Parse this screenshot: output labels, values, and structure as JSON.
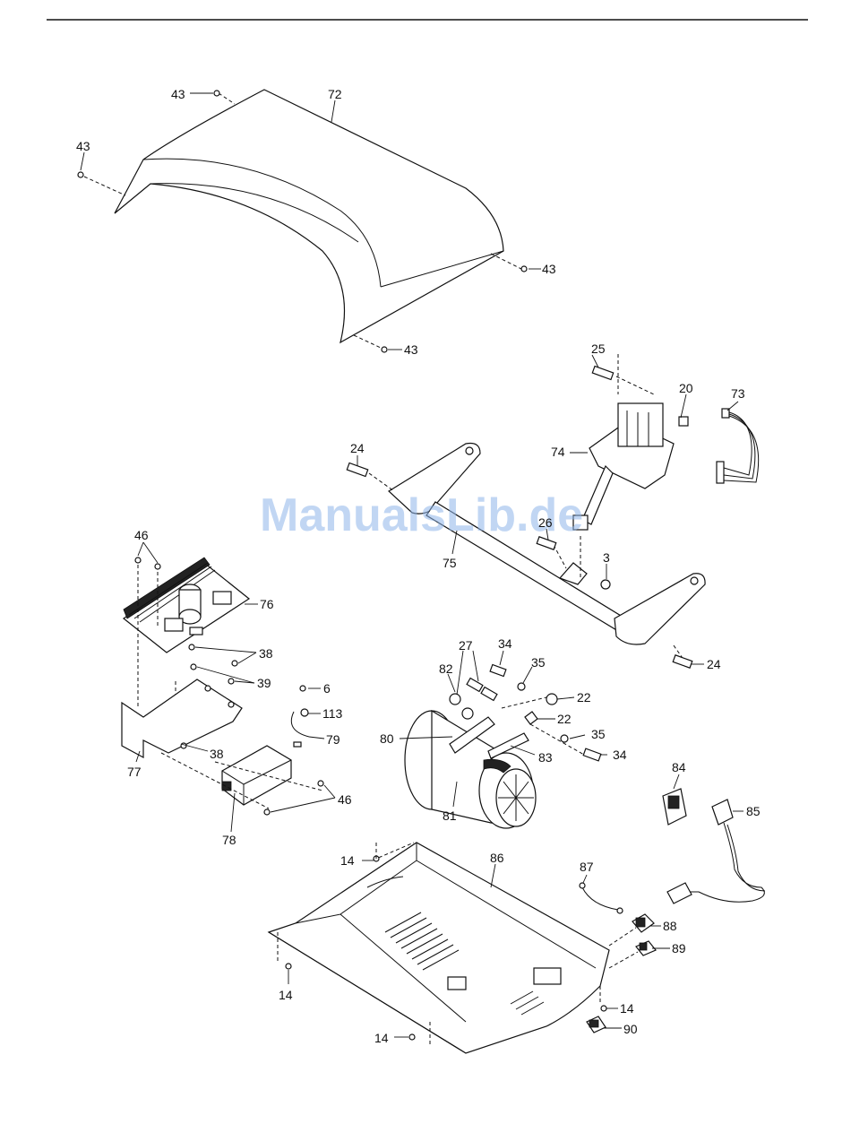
{
  "watermark": "ManualsLib.de",
  "callouts": [
    {
      "id": "c43a",
      "text": "43"
    },
    {
      "id": "c72",
      "text": "72"
    },
    {
      "id": "c43b",
      "text": "43"
    },
    {
      "id": "c43c",
      "text": "43"
    },
    {
      "id": "c43d",
      "text": "43"
    },
    {
      "id": "c25",
      "text": "25"
    },
    {
      "id": "c20",
      "text": "20"
    },
    {
      "id": "c73",
      "text": "73"
    },
    {
      "id": "c74",
      "text": "74"
    },
    {
      "id": "c24a",
      "text": "24"
    },
    {
      "id": "c26",
      "text": "26"
    },
    {
      "id": "c75",
      "text": "75"
    },
    {
      "id": "c3",
      "text": "3"
    },
    {
      "id": "c24b",
      "text": "24"
    },
    {
      "id": "c46a",
      "text": "46"
    },
    {
      "id": "c76",
      "text": "76"
    },
    {
      "id": "c38a",
      "text": "38"
    },
    {
      "id": "c39",
      "text": "39"
    },
    {
      "id": "c6",
      "text": "6"
    },
    {
      "id": "c113",
      "text": "113"
    },
    {
      "id": "c79",
      "text": "79"
    },
    {
      "id": "c38b",
      "text": "38"
    },
    {
      "id": "c77",
      "text": "77"
    },
    {
      "id": "c46b",
      "text": "46"
    },
    {
      "id": "c78",
      "text": "78"
    },
    {
      "id": "c27",
      "text": "27"
    },
    {
      "id": "c34a",
      "text": "34"
    },
    {
      "id": "c82",
      "text": "82"
    },
    {
      "id": "c35a",
      "text": "35"
    },
    {
      "id": "c22a",
      "text": "22"
    },
    {
      "id": "c22b",
      "text": "22"
    },
    {
      "id": "c80",
      "text": "80"
    },
    {
      "id": "c35b",
      "text": "35"
    },
    {
      "id": "c83",
      "text": "83"
    },
    {
      "id": "c34b",
      "text": "34"
    },
    {
      "id": "c81",
      "text": "81"
    },
    {
      "id": "c84",
      "text": "84"
    },
    {
      "id": "c85",
      "text": "85"
    },
    {
      "id": "c14a",
      "text": "14"
    },
    {
      "id": "c86",
      "text": "86"
    },
    {
      "id": "c87",
      "text": "87"
    },
    {
      "id": "c88",
      "text": "88"
    },
    {
      "id": "c89",
      "text": "89"
    },
    {
      "id": "c14b",
      "text": "14"
    },
    {
      "id": "c14c",
      "text": "14"
    },
    {
      "id": "c90",
      "text": "90"
    },
    {
      "id": "c14d",
      "text": "14"
    }
  ]
}
